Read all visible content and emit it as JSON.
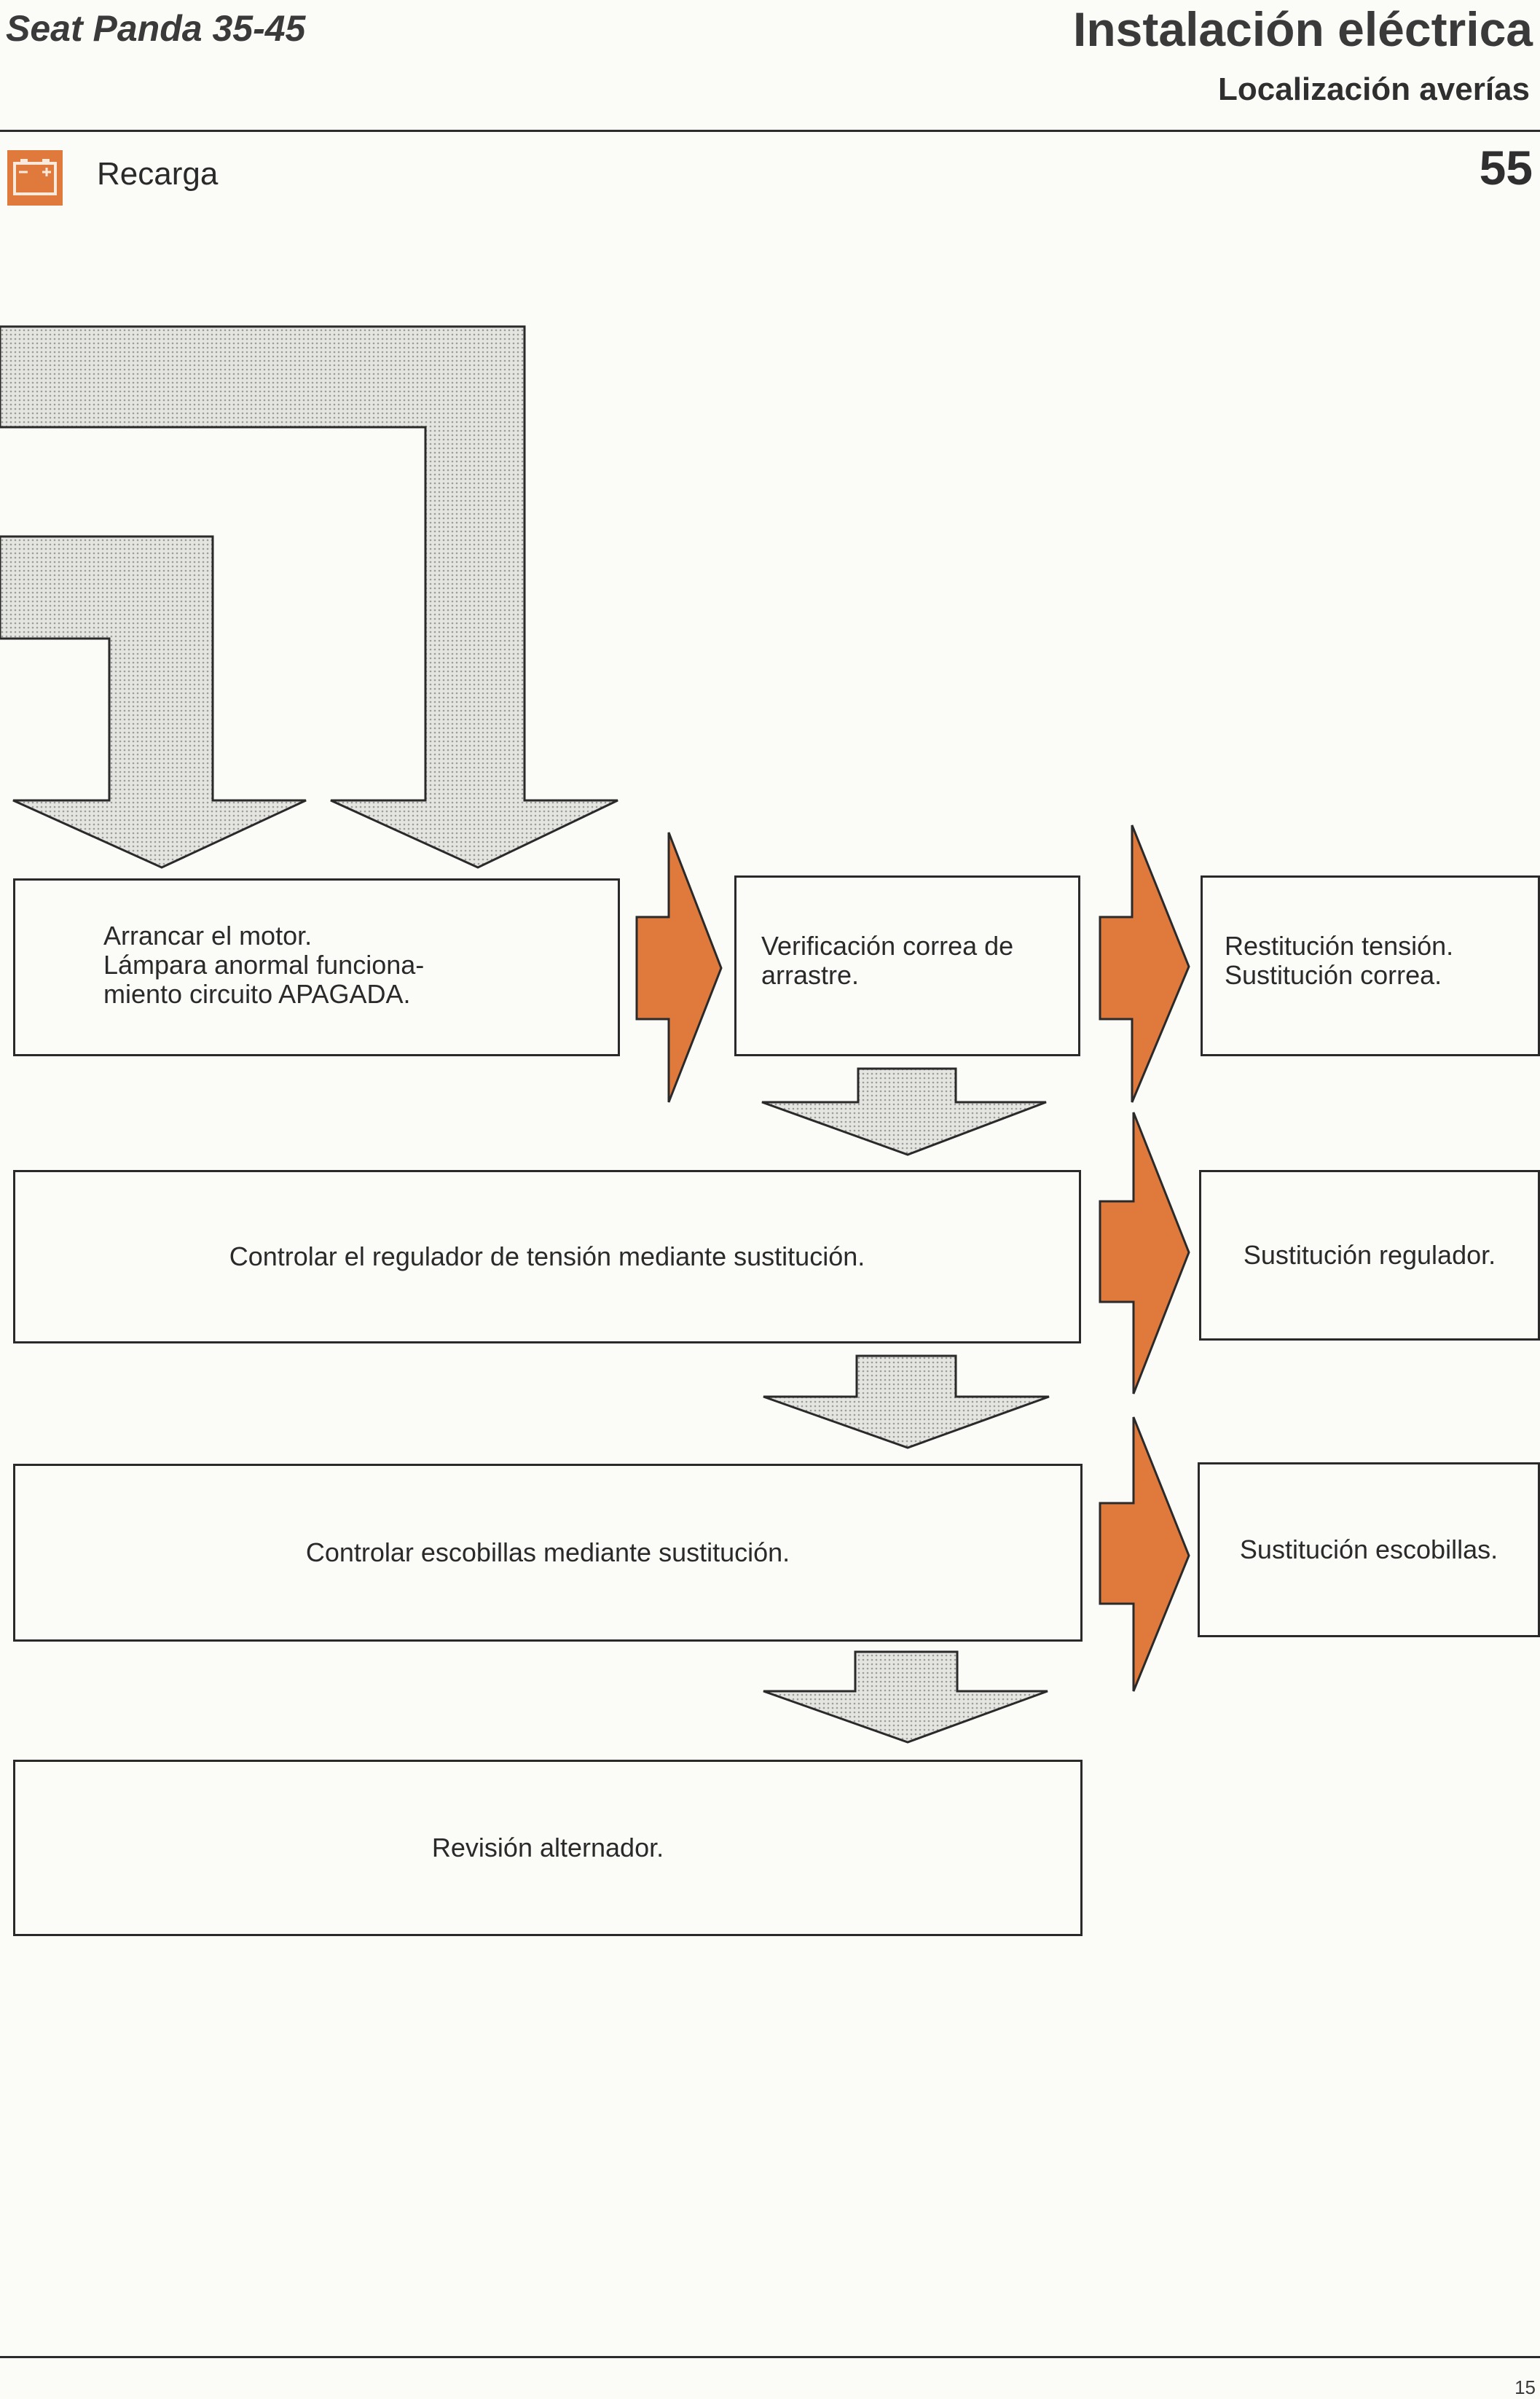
{
  "header": {
    "model": "Seat Panda 35-45",
    "title": "Instalación eléctrica",
    "subtitle": "Localización averías"
  },
  "section": {
    "label": "Recarga",
    "page_number": "55",
    "icon": "battery-icon"
  },
  "footer": {
    "page": "15"
  },
  "flow": {
    "start": "Arrancar el motor.\nLámpara anormal funciona-\nmiento circuito APAGADA.",
    "check_belt": "Verificación correa de\narrastre.",
    "fix_belt": "Restitución tensión.\nSustitución correa.",
    "check_regulator": "Controlar el regulador de tensión mediante sustitución.",
    "fix_regulator": "Sustitución regulador.",
    "check_brushes": "Controlar escobillas mediante sustitución.",
    "fix_brushes": "Sustitución escobillas.",
    "alternator": "Revisión alternador."
  },
  "colors": {
    "accent": "#e07a3c",
    "arrow_fill": "#d6d6d2",
    "line": "#2a2a2a"
  }
}
